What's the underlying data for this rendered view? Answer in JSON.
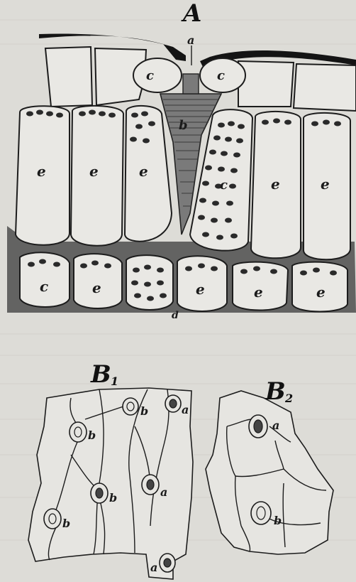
{
  "figure": {
    "panel_a": {
      "title": "A",
      "labels": {
        "a": "a",
        "b": "b",
        "c_left": "c",
        "c_right": "c",
        "e": "e",
        "c_mid": "c",
        "c_bottom": "c",
        "d": "d"
      }
    },
    "panel_b1": {
      "title_letter": "B",
      "title_index": "1",
      "labels": {
        "a": "a",
        "b": "b"
      }
    },
    "panel_b2": {
      "title_letter": "B",
      "title_index": "2",
      "labels": {
        "a": "a",
        "b": "b"
      }
    }
  },
  "colors": {
    "ink": "#1c1c1c",
    "paper": "#dddcd7",
    "cell_fill": "#e9e8e4",
    "dark_fill": "#5a5a5a"
  }
}
